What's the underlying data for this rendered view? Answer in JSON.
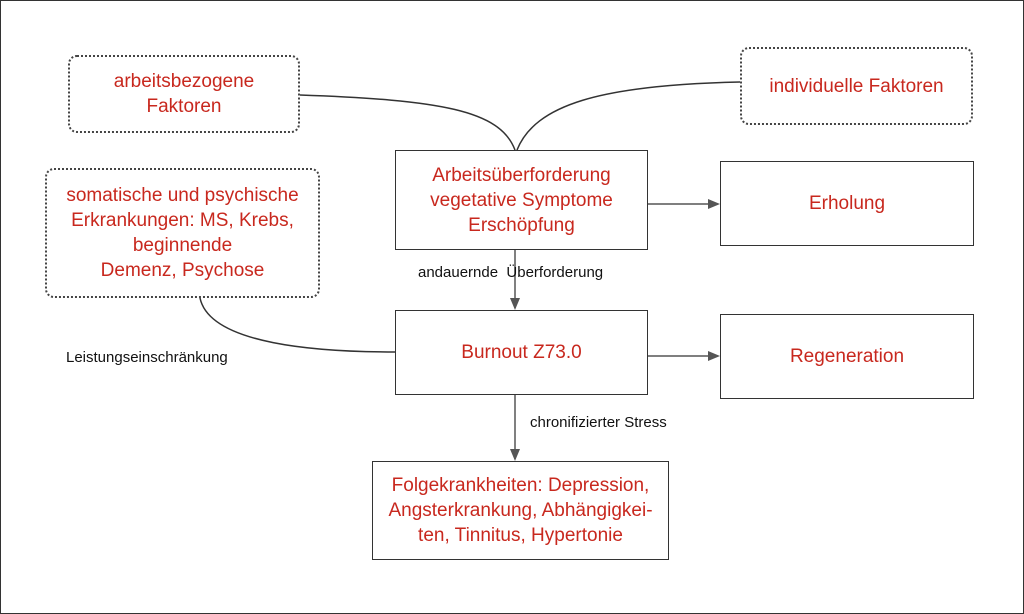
{
  "factors": {
    "work": "arbeitsbezogene\nFaktoren",
    "individual": "individuelle Faktoren",
    "illness": "somatische und psychische\nErkrankungen: MS, Krebs,\nbeginnende\nDemenz, Psychose"
  },
  "nodes": {
    "overload": "Arbeitsüberforderung\nvegetative Symptome\nErschöpfung",
    "recovery": "Erholung",
    "burnout": "Burnout Z73.0",
    "regeneration": "Regeneration",
    "consequences": "Folgekrankheiten: Depression,\nAngsterkrankung, Abhängigkei-\nten, Tinnitus, Hypertonie"
  },
  "edge_labels": {
    "sustained_overload": "andauernde  Überforderung",
    "chronic_stress": "chronifizierter Stress",
    "performance_limit": "Leistungseinschränkung"
  },
  "colors": {
    "node_text": "#c8281e",
    "label_text": "#111111",
    "border": "#333333",
    "arrow": "#555555"
  }
}
